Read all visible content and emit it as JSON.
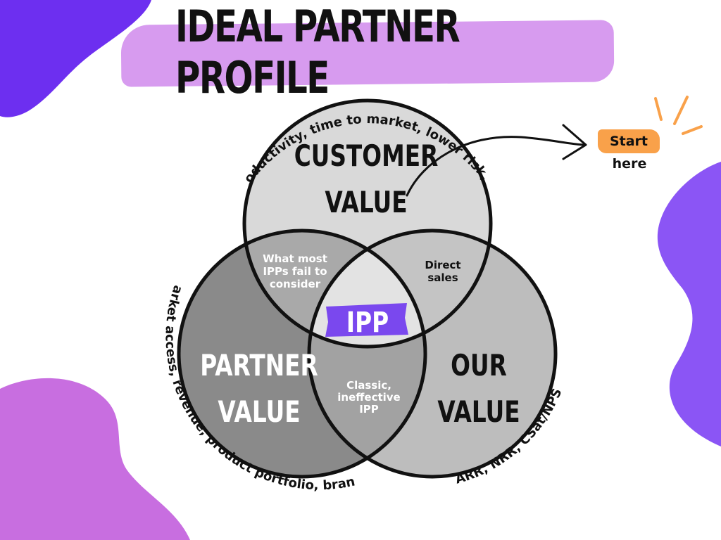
{
  "title": "IDEAL PARTNER PROFILE",
  "colors": {
    "accent_purple": "#7a48ee",
    "title_band": "#d79bef",
    "blob_pink": "#c86ee0",
    "blob_violet": "#8b55f5",
    "start_badge": "#f9a14a",
    "circle_light": "#d9d9d9",
    "circle_mid": "#bdbdbd",
    "circle_dark": "#8a8a8a"
  },
  "circles": {
    "customer": {
      "line1": "CUSTOMER",
      "line2": "VALUE"
    },
    "partner": {
      "line1": "PARTNER",
      "line2": "VALUE"
    },
    "ours": {
      "line1": "OUR",
      "line2": "VALUE"
    }
  },
  "overlaps": {
    "customer_partner": [
      "What most",
      "IPPs fail to",
      "consider"
    ],
    "customer_ours": [
      "Direct",
      "sales"
    ],
    "partner_ours": [
      "Classic,",
      "ineffective",
      "IPP"
    ],
    "center": "IPP"
  },
  "arc_labels": {
    "customer": "Productivity, time to market, lower risk, ...",
    "partner": "Market access, revenue, product portfolio, brand",
    "ours": "ARR, NRR, CSat/NPS"
  },
  "start": {
    "badge": "Start",
    "sub": "here"
  },
  "icons": [
    "arrow-icon",
    "sparkle-lines-icon"
  ]
}
